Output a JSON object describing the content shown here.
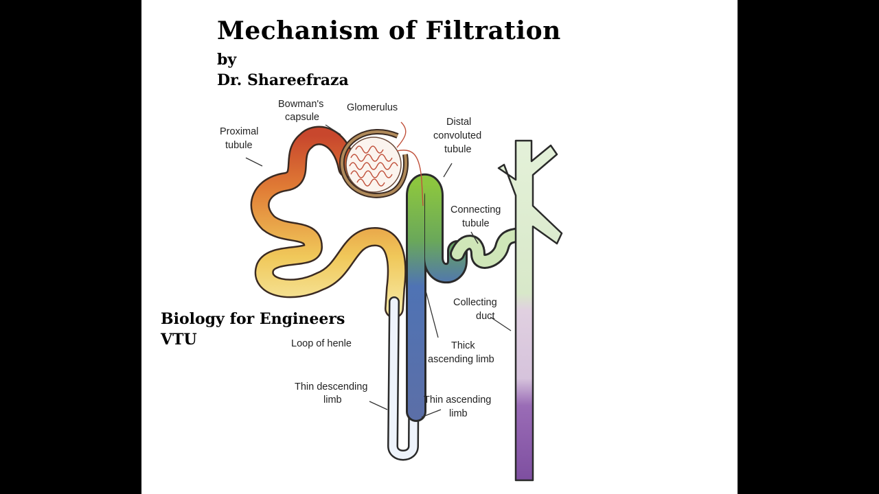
{
  "title": "Mechanism of Filtration",
  "byline": "by",
  "author": "Dr. Shareefraza",
  "course": "Biology for Engineers",
  "university": "VTU",
  "labels": {
    "bowman_1": "Bowman's",
    "bowman_2": "capsule",
    "glomerulus": "Glomerulus",
    "proximal_1": "Proximal",
    "proximal_2": "tubule",
    "distal_1": "Distal",
    "distal_2": "convoluted",
    "distal_3": "tubule",
    "connecting_1": "Connecting",
    "connecting_2": "tubule",
    "collecting_1": "Collecting",
    "collecting_2": "duct",
    "loop": "Loop of henle",
    "thick_1": "Thick",
    "thick_2": "ascending limb",
    "thin_desc_1": "Thin descending",
    "thin_desc_2": "limb",
    "thin_asc_1": "Thin ascending",
    "thin_asc_2": "limb"
  },
  "colors": {
    "proximal": "#d4662f",
    "loop_yellow": "#f2d36b",
    "thick_ascending": "#4f73b4",
    "distal": "#8cc63f",
    "collecting": "#d9eccd",
    "collecting_lower": "#8a5aa7"
  }
}
